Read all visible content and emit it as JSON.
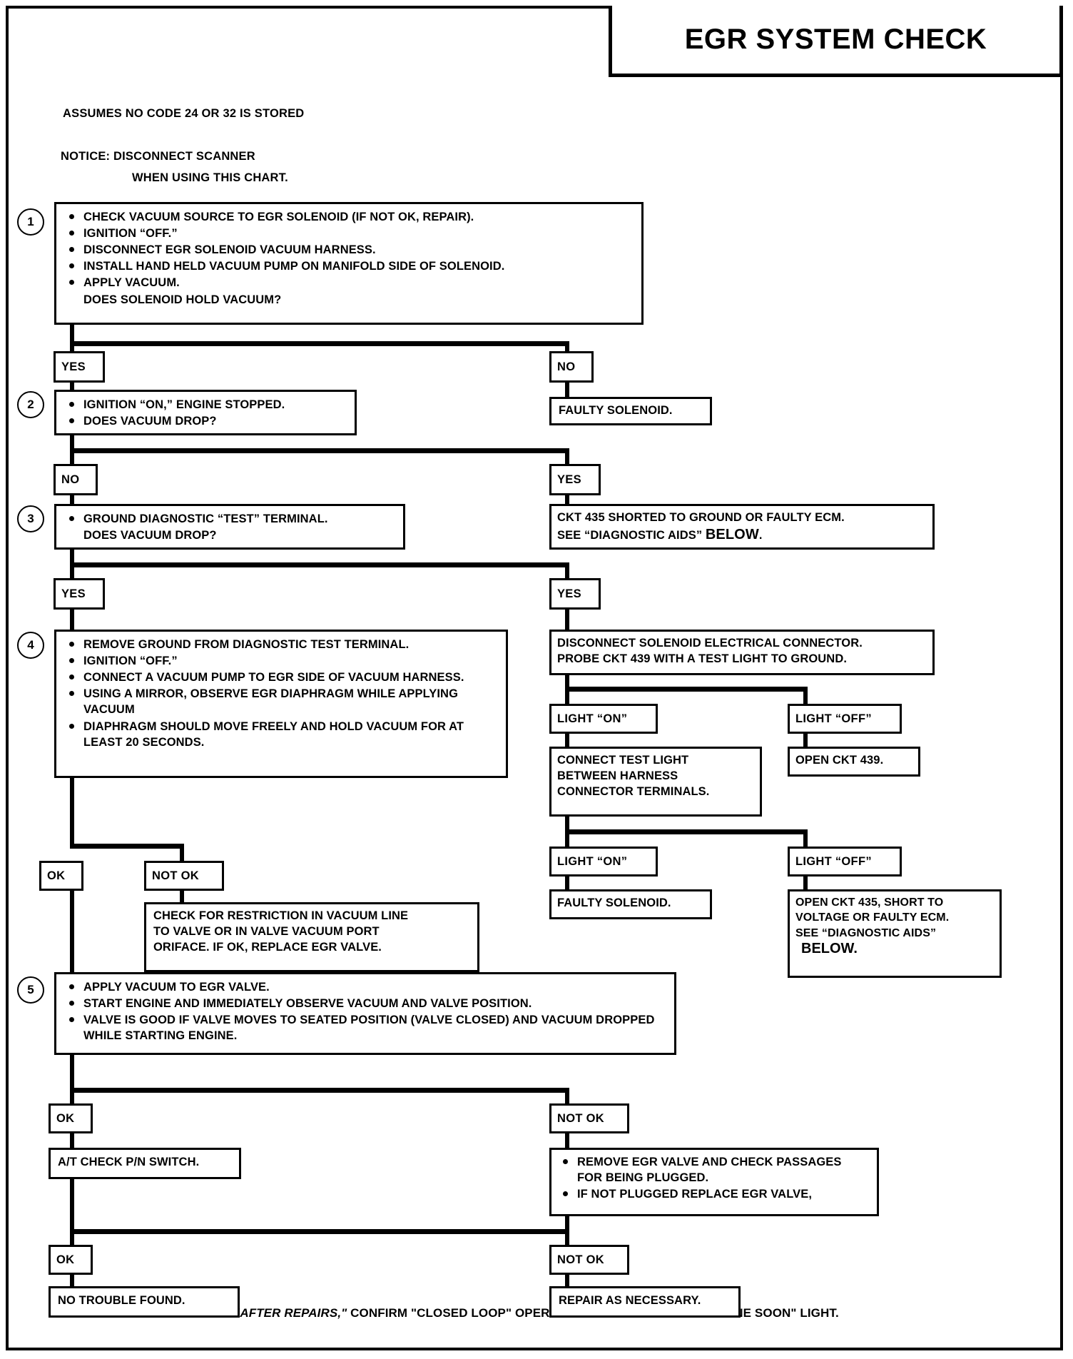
{
  "document": {
    "title": "EGR SYSTEM CHECK",
    "assumption_note": "ASSUMES NO CODE 24 OR 32 IS STORED",
    "notice_line1": "NOTICE:  DISCONNECT  SCANNER",
    "notice_line2": "WHEN  USING  THIS  CHART.",
    "footer_italic": "\"AFTER REPAIRS,\"",
    "footer_rest": " CONFIRM \"CLOSED LOOP\" OPERATION AND NO \"SERVICE ENGINE SOON\" LIGHT."
  },
  "steps": {
    "step1": {
      "number": "1",
      "bullets": [
        "CHECK VACUUM SOURCE TO EGR SOLENOID (IF NOT OK, REPAIR).",
        "IGNITION “OFF.”",
        "DISCONNECT EGR SOLENOID VACUUM HARNESS.",
        "INSTALL HAND HELD VACUUM PUMP ON MANIFOLD SIDE OF SOLENOID.",
        "APPLY VACUUM."
      ],
      "trailing": "DOES SOLENOID HOLD VACUUM?"
    },
    "step2": {
      "number": "2",
      "bullets": [
        "IGNITION “ON,” ENGINE STOPPED.",
        "DOES VACUUM DROP?"
      ]
    },
    "step3": {
      "number": "3",
      "bullets": [
        "GROUND DIAGNOSTIC “TEST” TERMINAL."
      ],
      "trailing": "DOES VACUUM DROP?"
    },
    "step4": {
      "number": "4",
      "bullets": [
        "REMOVE GROUND FROM DIAGNOSTIC TEST TERMINAL.",
        "IGNITION “OFF.”",
        "CONNECT A VACUUM PUMP TO EGR SIDE OF VACUUM HARNESS.",
        "USING A MIRROR, OBSERVE EGR DIAPHRAGM WHILE APPLYING VACUUM",
        "DIAPHRAGM SHOULD MOVE FREELY AND HOLD VACUUM FOR AT LEAST 20 SECONDS."
      ]
    },
    "step5": {
      "number": "5",
      "bullets": [
        "APPLY VACUUM TO EGR VALVE.",
        "START ENGINE AND IMMEDIATELY OBSERVE VACUUM AND VALVE POSITION.",
        "VALVE IS GOOD IF VALVE MOVES TO SEATED POSITION (VALVE CLOSED) AND VACUUM DROPPED WHILE STARTING ENGINE."
      ]
    }
  },
  "branch_labels": {
    "b1_yes": "YES",
    "b1_no": "NO",
    "b2_no": "NO",
    "b2_yes": "YES",
    "b3_yes": "YES",
    "b3_yes_right": "YES",
    "b4_ok": "OK",
    "b4_not_ok": "NOT OK",
    "light_on_1": "LIGHT “ON”",
    "light_off_1": "LIGHT “OFF”",
    "light_on_2": "LIGHT “ON”",
    "light_off_2": "LIGHT “OFF”",
    "b5_ok": "OK",
    "b5_not_ok": "NOT OK",
    "b6_ok": "OK",
    "b6_not_ok": "NOT OK"
  },
  "outcomes": {
    "faulty_solenoid_1": "FAULTY SOLENOID.",
    "ckt435_shorted_line1": "CKT 435 SHORTED TO GROUND OR FAULTY ECM.",
    "ckt435_shorted_line2_pre": "SEE “DIAGNOSTIC AIDS” ",
    "ckt435_shorted_below": "BELOW",
    "ckt435_shorted_period": ".",
    "disconnect_connector_line1": "DISCONNECT SOLENOID ELECTRICAL CONNECTOR.",
    "disconnect_connector_line2": "PROBE CKT 439 WITH A TEST LIGHT TO GROUND.",
    "connect_test_light_line1": "CONNECT TEST LIGHT",
    "connect_test_light_line2": "BETWEEN HARNESS",
    "connect_test_light_line3": "CONNECTOR TERMINALS.",
    "open_ckt439": "OPEN CKT 439.",
    "faulty_solenoid_2": "FAULTY SOLENOID.",
    "open_ckt435_line1": "OPEN CKT 435, SHORT TO",
    "open_ckt435_line2": "VOLTAGE OR FAULTY ECM.",
    "open_ckt435_line3": "SEE “DIAGNOSTIC AIDS”",
    "open_ckt435_below": "BELOW.",
    "check_restriction_line1": "CHECK FOR RESTRICTION IN VACUUM LINE",
    "check_restriction_line2": "TO VALVE OR IN VALVE VACUUM PORT",
    "check_restriction_line3": "ORIFACE. IF OK, REPLACE EGR VALVE.",
    "at_check_pn_switch": "A/T CHECK P/N SWITCH.",
    "remove_egr_b1": "REMOVE EGR VALVE AND CHECK PASSAGES FOR BEING PLUGGED.",
    "remove_egr_b2": "IF NOT PLUGGED REPLACE EGR VALVE,",
    "no_trouble_found": "NO TROUBLE FOUND.",
    "repair_as_necessary": "REPAIR AS NECESSARY."
  },
  "colors": {
    "ink": "#000000",
    "paper": "#ffffff"
  }
}
